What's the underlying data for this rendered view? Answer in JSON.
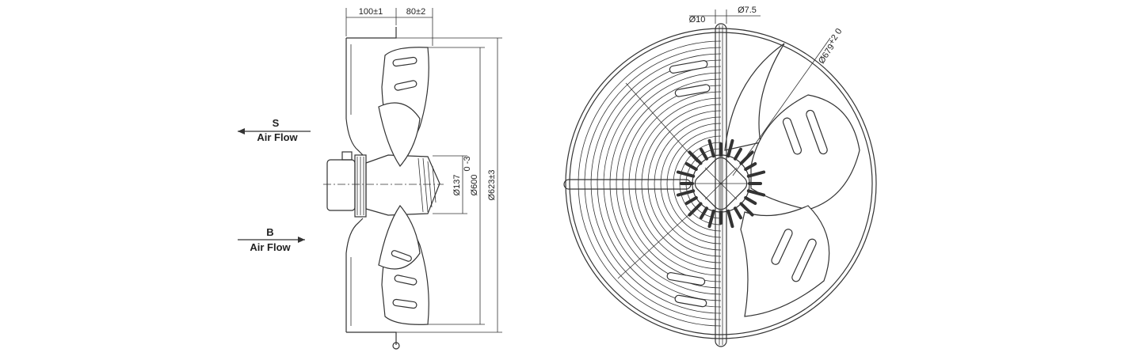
{
  "side_view": {
    "flow_s": {
      "letter": "S",
      "text": "Air Flow"
    },
    "flow_b": {
      "letter": "B",
      "text": "Air Flow"
    },
    "dims": {
      "depth_a": "100±1",
      "depth_b": "80±2",
      "hub": "Ø137",
      "blade": "Ø600",
      "blade_tol": "0 -3",
      "guard": "Ø623±3"
    }
  },
  "front_view": {
    "dims": {
      "rod": "Ø10",
      "wire": "Ø7.5",
      "outer": "Ø679",
      "outer_tol": "+2 0"
    }
  },
  "colors": {
    "line": "#333333",
    "background": "#ffffff"
  }
}
